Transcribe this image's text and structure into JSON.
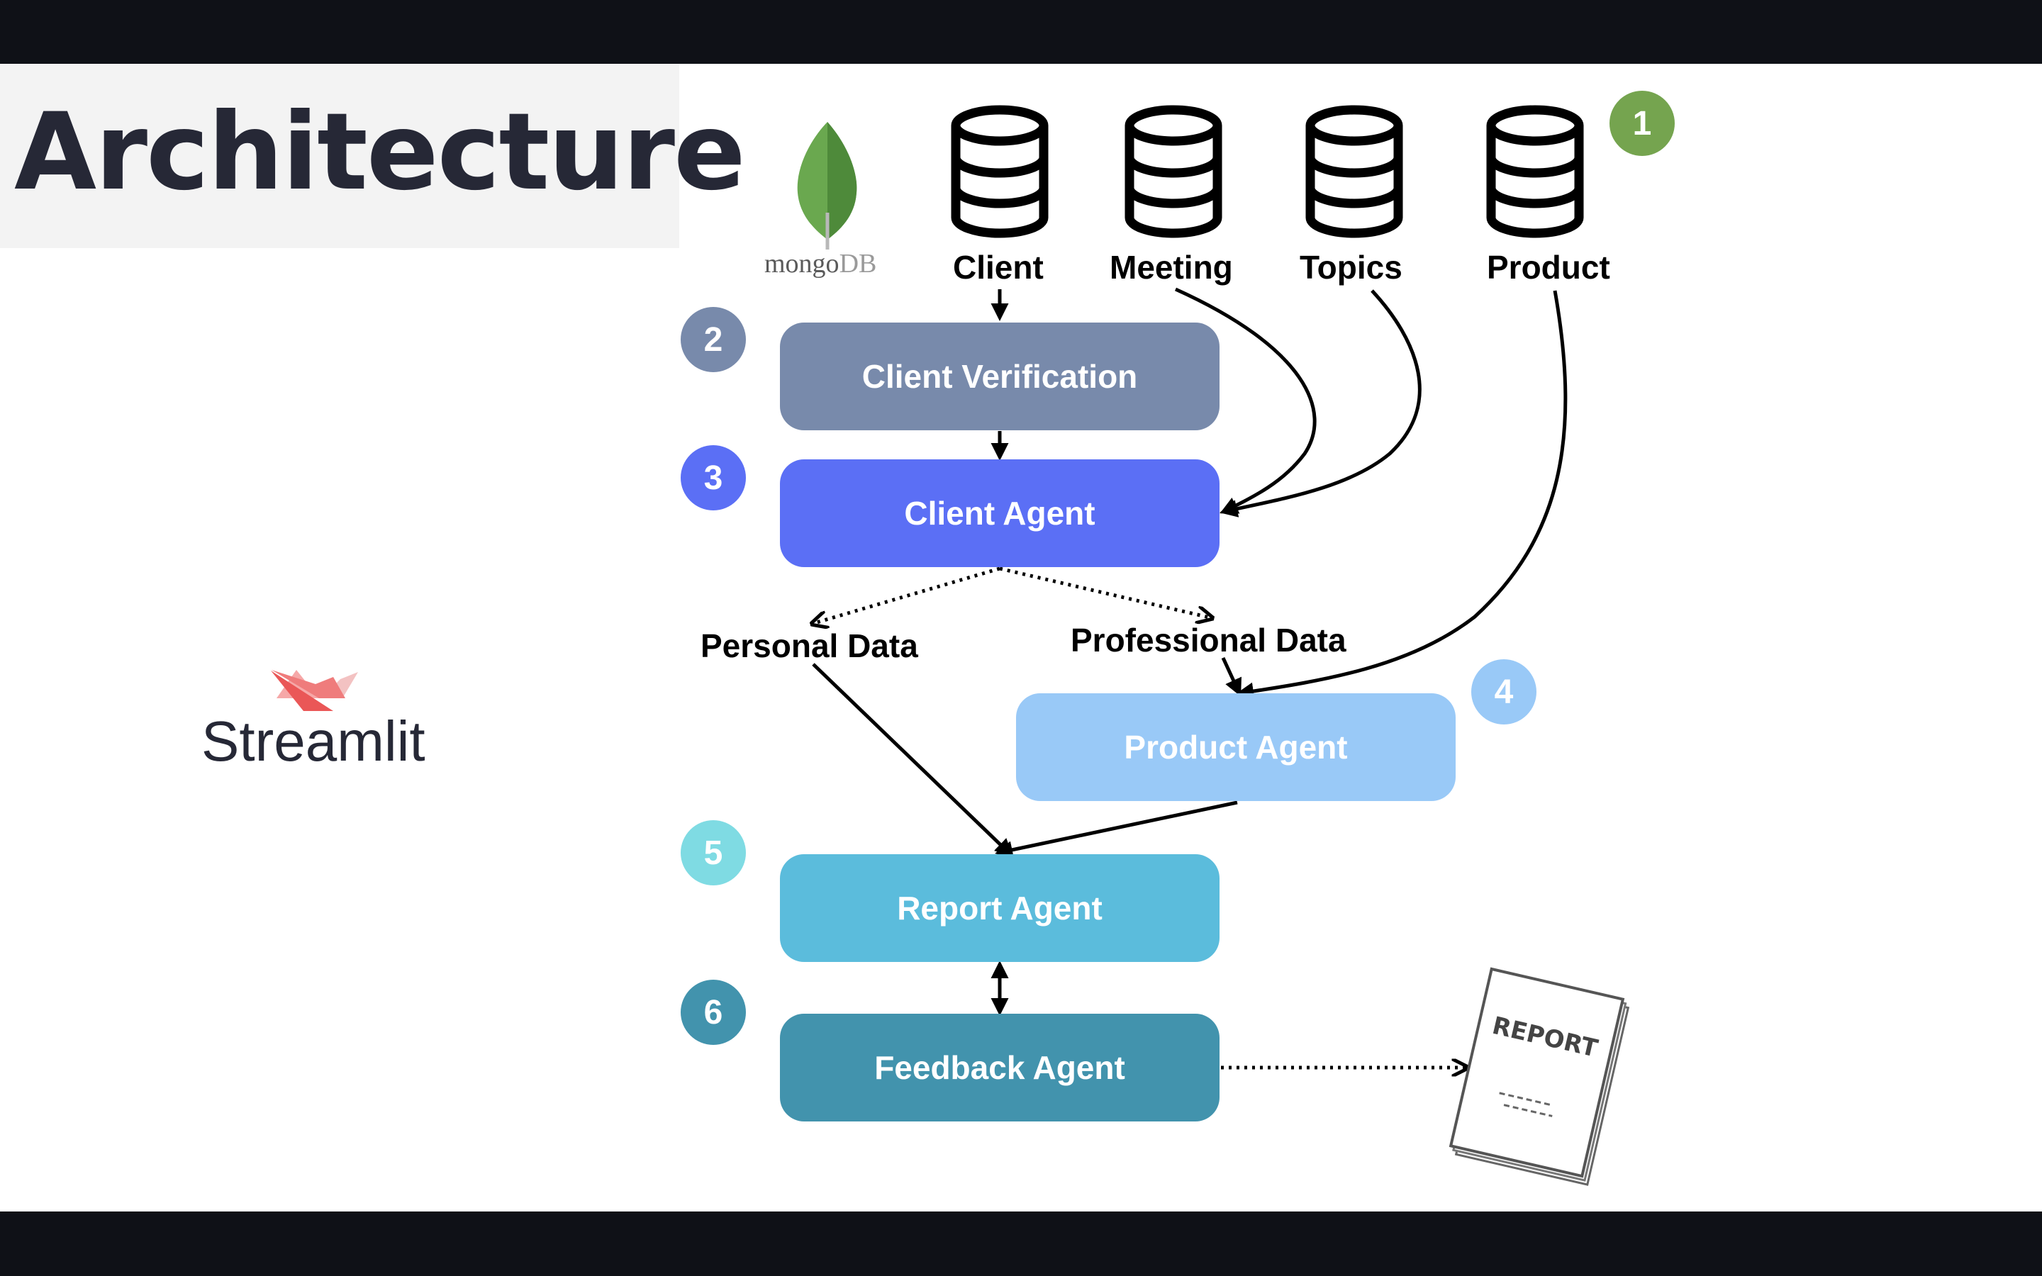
{
  "title": "Architecture",
  "logos": {
    "mongodb_prefix": "mongo",
    "mongodb_suffix": "DB",
    "streamlit": "Streamlit"
  },
  "databases": [
    {
      "label": "Client",
      "icon": "database-icon"
    },
    {
      "label": "Meeting",
      "icon": "database-icon"
    },
    {
      "label": "Topics",
      "icon": "database-icon"
    },
    {
      "label": "Product",
      "icon": "database-icon"
    }
  ],
  "nodes": [
    {
      "label": "Client Verification",
      "color": "#788aab"
    },
    {
      "label": "Client Agent",
      "color": "#5b6ff5"
    },
    {
      "label": "Product Agent",
      "color": "#99c9f7"
    },
    {
      "label": "Report Agent",
      "color": "#5bbcdc"
    },
    {
      "label": "Feedback Agent",
      "color": "#4293ad"
    }
  ],
  "badges": [
    {
      "number": "1",
      "color": "#75a44f"
    },
    {
      "number": "2",
      "color": "#788aab"
    },
    {
      "number": "3",
      "color": "#5b6ff5"
    },
    {
      "number": "4",
      "color": "#99c9f7"
    },
    {
      "number": "5",
      "color": "#7fdbe3"
    },
    {
      "number": "6",
      "color": "#4293ad"
    }
  ],
  "edge_labels": {
    "personal": "Personal Data",
    "professional": "Professional Data"
  },
  "report_document": {
    "title": "REPORT",
    "icon": "report-document-icon"
  }
}
